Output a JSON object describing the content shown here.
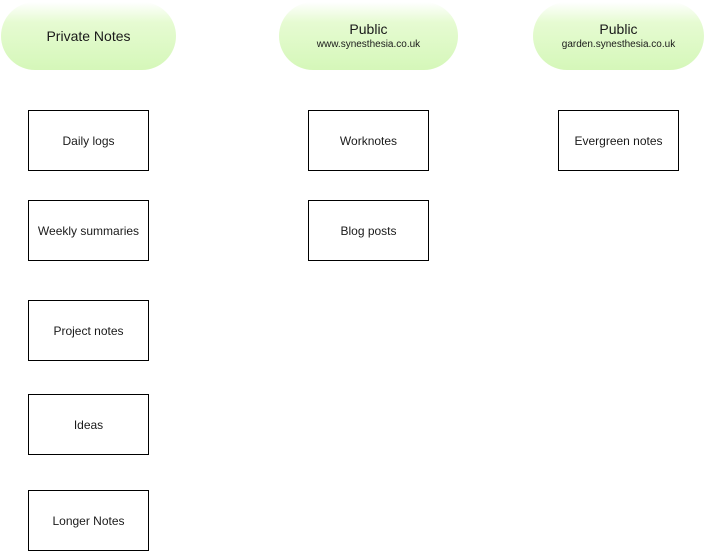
{
  "columns": [
    {
      "title": "Private Notes",
      "subtitle": ""
    },
    {
      "title": "Public",
      "subtitle": "www.synesthesia.co.uk"
    },
    {
      "title": "Public",
      "subtitle": "garden.synesthesia.co.uk"
    }
  ],
  "private_notes": [
    "Daily logs",
    "Weekly summaries",
    "Project notes",
    "Ideas",
    "Longer Notes"
  ],
  "public_www_notes": [
    "Worknotes",
    "Blog posts"
  ],
  "public_garden_notes": [
    "Evergreen notes"
  ],
  "colors": {
    "header_fill": "#d5f7b9",
    "box_border": "#000000",
    "box_fill": "#ffffff"
  }
}
